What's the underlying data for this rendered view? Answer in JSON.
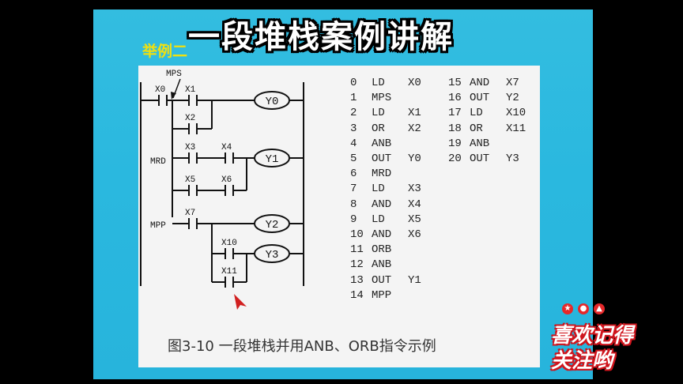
{
  "title": "一段堆栈案例讲解",
  "example_label": "举例二",
  "caption": "图3-10 一段堆栈并用ANB、ORB指令示例",
  "badge": {
    "line1": "喜欢记得",
    "line2": "关注哟",
    "icons": [
      "star-icon",
      "chat-icon",
      "thumbs-up-icon"
    ]
  },
  "ladder": {
    "labels": {
      "mps": "MPS",
      "mrd": "MRD",
      "mpp": "MPP"
    },
    "contacts": [
      "X0",
      "X1",
      "X2",
      "X3",
      "X4",
      "X5",
      "X6",
      "X7",
      "X10",
      "X11"
    ],
    "coils": [
      "Y0",
      "Y1",
      "Y2",
      "Y3"
    ]
  },
  "instructions": [
    {
      "step": "0",
      "op": "LD",
      "arg": "X0"
    },
    {
      "step": "1",
      "op": "MPS",
      "arg": ""
    },
    {
      "step": "2",
      "op": "LD",
      "arg": "X1"
    },
    {
      "step": "3",
      "op": "OR",
      "arg": "X2"
    },
    {
      "step": "4",
      "op": "ANB",
      "arg": ""
    },
    {
      "step": "5",
      "op": "OUT",
      "arg": "Y0"
    },
    {
      "step": "6",
      "op": "MRD",
      "arg": ""
    },
    {
      "step": "7",
      "op": "LD",
      "arg": "X3"
    },
    {
      "step": "8",
      "op": "AND",
      "arg": "X4"
    },
    {
      "step": "9",
      "op": "LD",
      "arg": "X5"
    },
    {
      "step": "10",
      "op": "AND",
      "arg": "X6"
    },
    {
      "step": "11",
      "op": "ORB",
      "arg": ""
    },
    {
      "step": "12",
      "op": "ANB",
      "arg": ""
    },
    {
      "step": "13",
      "op": "OUT",
      "arg": "Y1"
    },
    {
      "step": "14",
      "op": "MPP",
      "arg": ""
    },
    {
      "step": "15",
      "op": "AND",
      "arg": "X7"
    },
    {
      "step": "16",
      "op": "OUT",
      "arg": "Y2"
    },
    {
      "step": "17",
      "op": "LD",
      "arg": "X10"
    },
    {
      "step": "18",
      "op": "OR",
      "arg": "X11"
    },
    {
      "step": "19",
      "op": "ANB",
      "arg": ""
    },
    {
      "step": "20",
      "op": "OUT",
      "arg": "Y3"
    }
  ]
}
